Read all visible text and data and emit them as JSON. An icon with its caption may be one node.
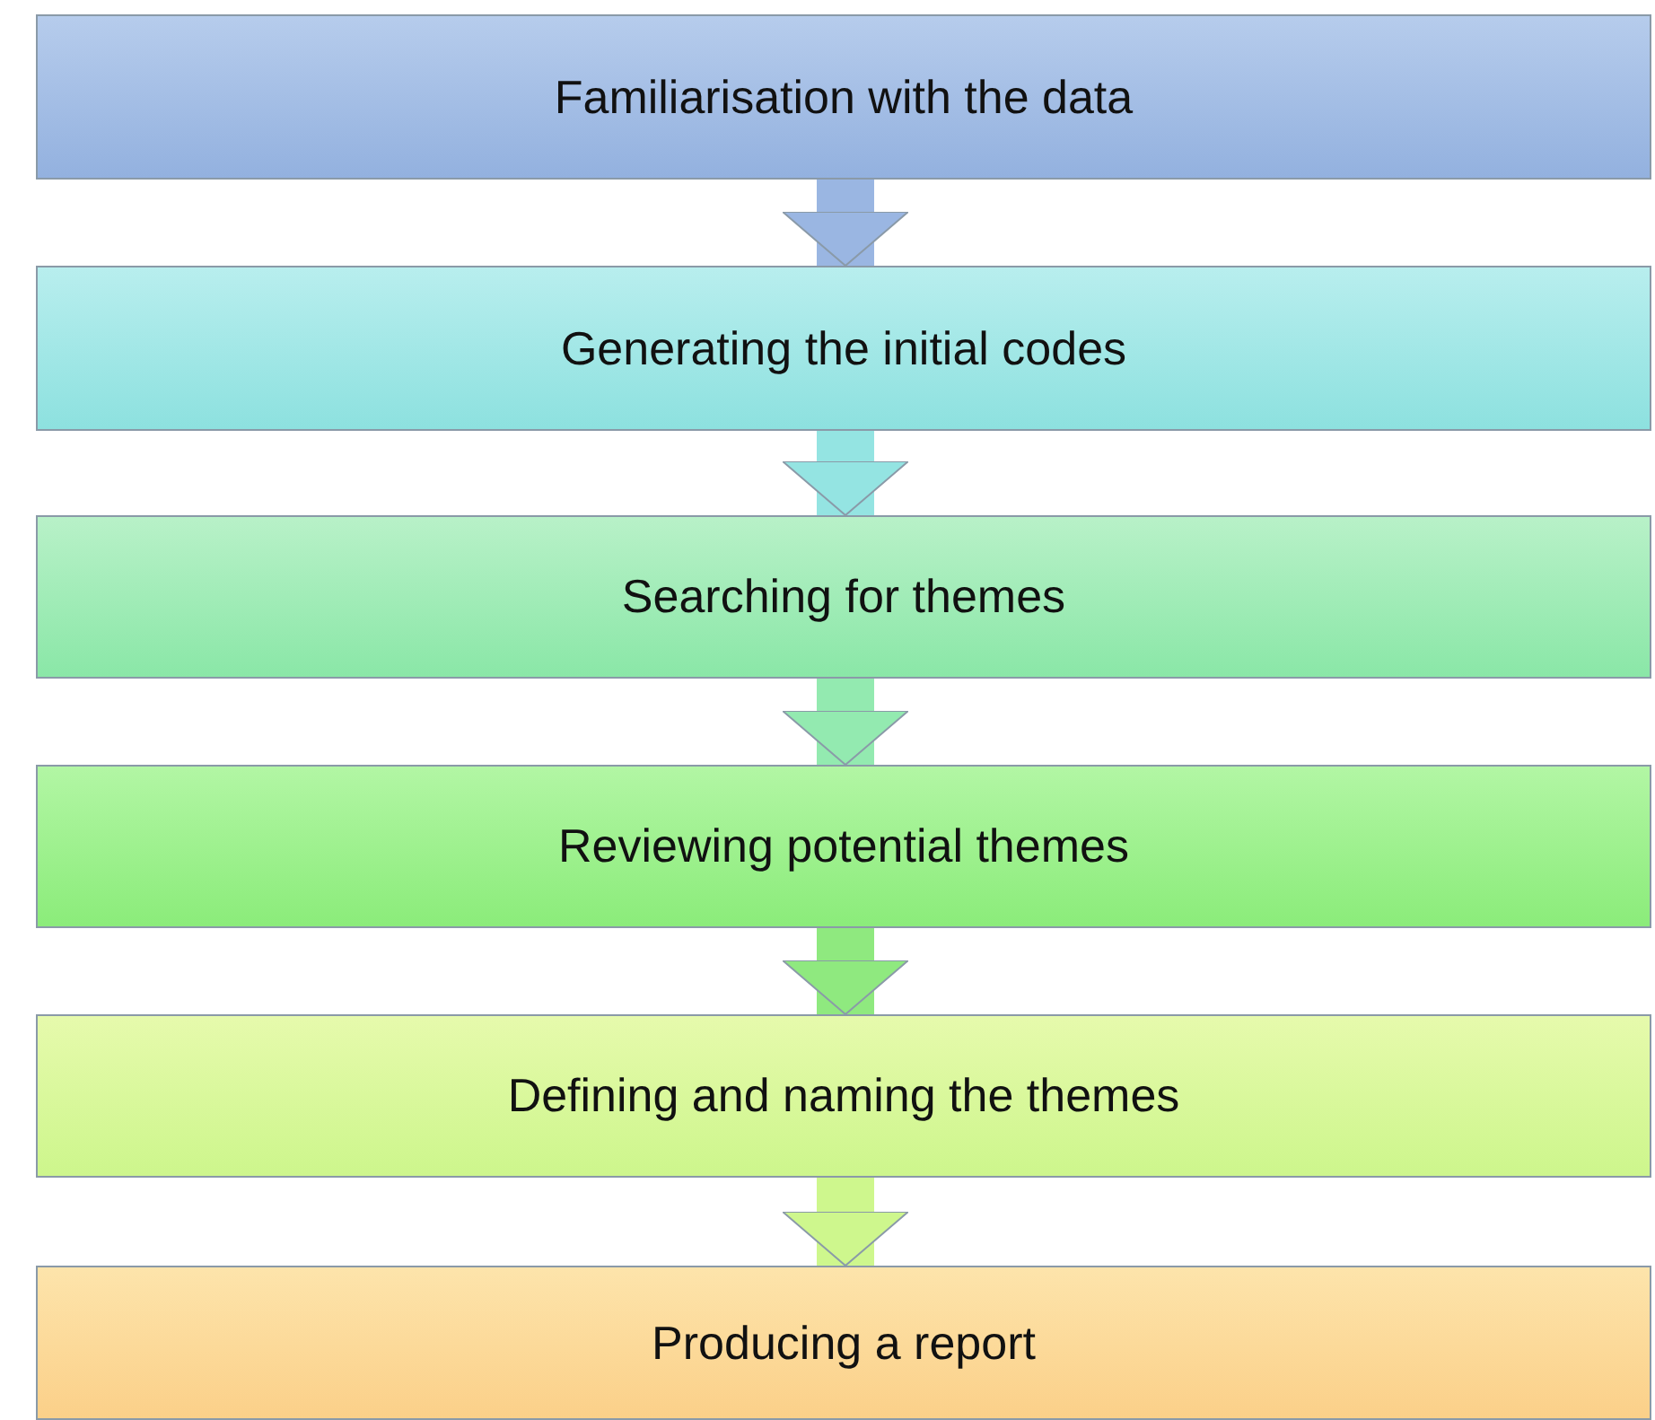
{
  "diagram": {
    "nodes": [
      {
        "text": [
          "Familiarisation with the data"
        ]
      },
      {
        "text": [
          "Generating the initial codes"
        ]
      },
      {
        "text": [
          "Searching for themes"
        ]
      },
      {
        "text": [
          "Reviewing potential themes"
        ]
      },
      {
        "text": [
          "Defining and naming the themes"
        ]
      },
      {
        "text": [
          "Producing a report"
        ]
      }
    ],
    "edges": [
      {
        "from": 0,
        "to": 1,
        "arrow": "to",
        "color": "#9ab6e2"
      },
      {
        "from": 1,
        "to": 2,
        "arrow": "to",
        "color": "#94e4e2"
      },
      {
        "from": 2,
        "to": 3,
        "arrow": "to",
        "color": "#93eab0"
      },
      {
        "from": 3,
        "to": 4,
        "arrow": "to",
        "color": "#8fe97f"
      },
      {
        "from": 4,
        "to": 5,
        "arrow": "to",
        "color": "#cef78d"
      }
    ]
  }
}
